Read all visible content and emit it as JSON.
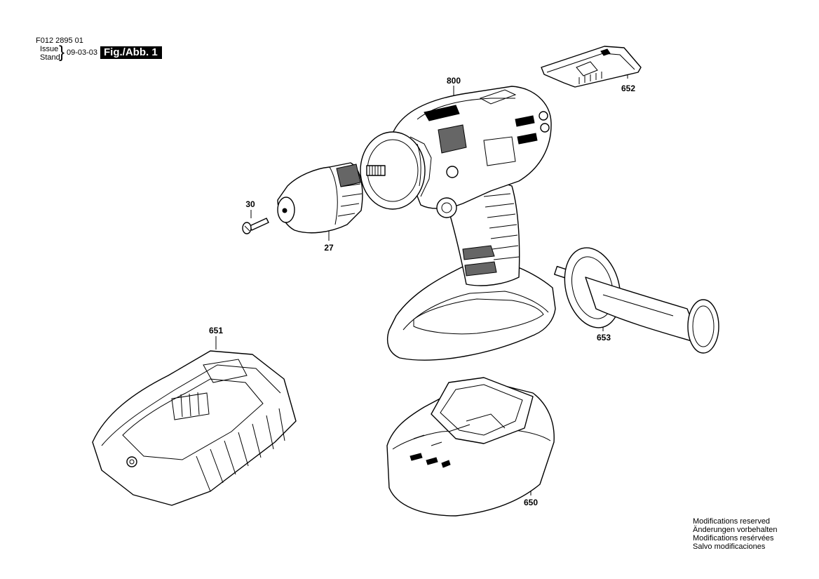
{
  "header": {
    "doc_number": "F012 2895 01",
    "issue_label": "Issue",
    "stand_label": "Stand",
    "brace": "}",
    "date": "09-03-03",
    "figure_label": "Fig./Abb. 1"
  },
  "parts": {
    "drill": "800",
    "battery_cover": "652",
    "screw": "30",
    "chuck": "27",
    "side_handle": "653",
    "charger": "651",
    "battery": "650"
  },
  "notice": {
    "en": "Modifications reserved",
    "de": "Änderungen vorbehalten",
    "fr": "Modifications resérvées",
    "es": "Salvo modificaciones"
  }
}
